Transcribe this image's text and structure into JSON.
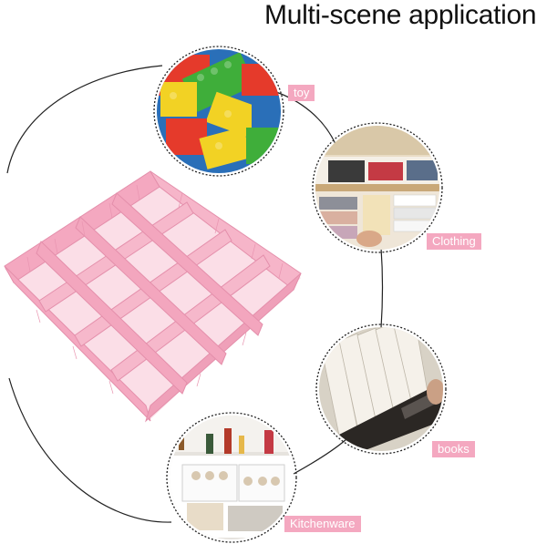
{
  "title": "Multi-scene application",
  "accent_color": "#f4a8c0",
  "tags": {
    "toy": "toy",
    "clothing": "Clothing",
    "books": "books",
    "kitchenware": "Kitchenware"
  }
}
